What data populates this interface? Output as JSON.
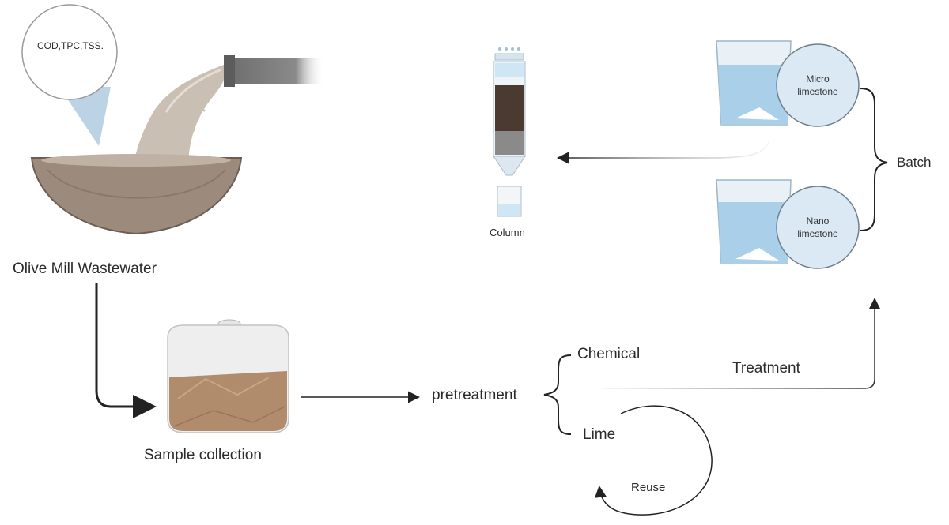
{
  "labels": {
    "bubble": "COD,TPC,TSS.",
    "omw": "Olive Mill Wastewater",
    "sample": "Sample collection",
    "pretreatment": "pretreatment",
    "chemical": "Chemical",
    "lime": "Lime",
    "reuse": "Reuse",
    "treatment": "Treatment",
    "column": "Column",
    "batch": "Batch",
    "micro_line1": "Micro",
    "micro_line2": "limestone",
    "nano_line1": "Nano",
    "nano_line2": "limestone"
  },
  "colors": {
    "sludge": "#9c8a7c",
    "sludge_dark": "#6e5e52",
    "water_blue": "#cfe6f5",
    "bag_liquid": "#b08c6c",
    "pipe": "#7a7a7a"
  }
}
